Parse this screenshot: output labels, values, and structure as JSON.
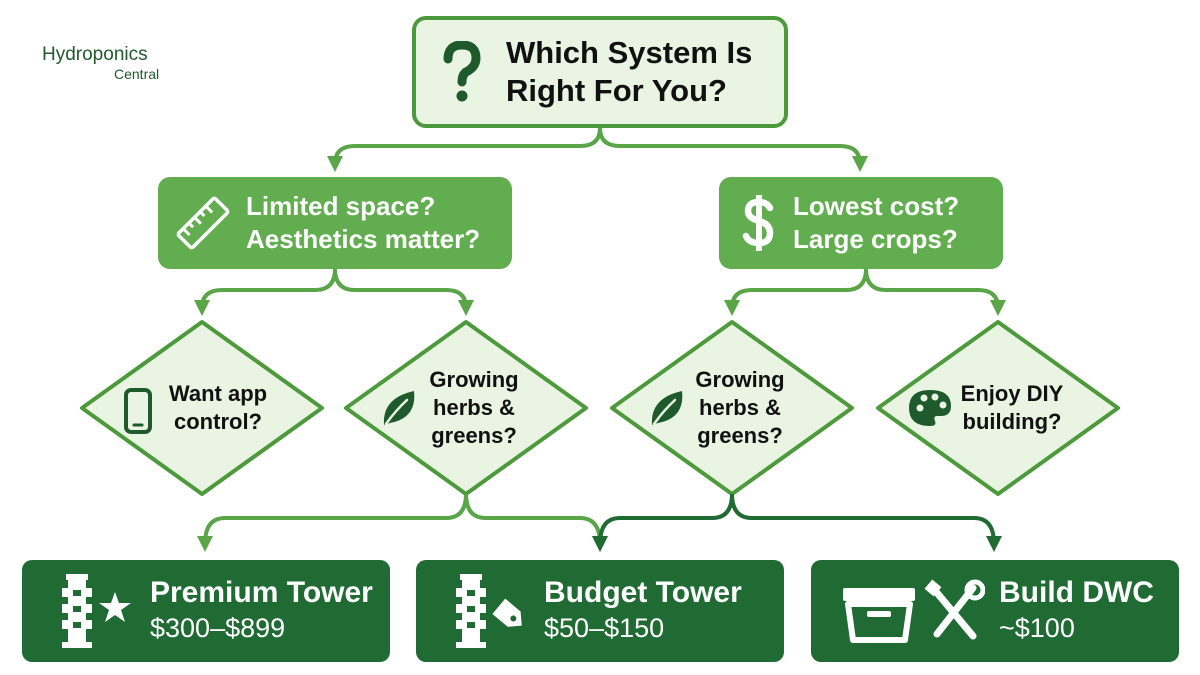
{
  "brand": {
    "line1": "Hydroponics",
    "line2": "Central"
  },
  "colors": {
    "accent": "#62ad4f",
    "border": "#4c9a3c",
    "dark": "#1f6b33",
    "light": "#eaf4e2"
  },
  "root": {
    "line1": "Which System Is",
    "line2": "Right For You?",
    "icon": "question-mark-icon"
  },
  "questions": [
    {
      "line1": "Limited space?",
      "line2": "Aesthetics matter?",
      "icon": "ruler-icon"
    },
    {
      "line1": "Lowest cost?",
      "line2": "Large crops?",
      "icon": "dollar-icon"
    }
  ],
  "decisions": [
    {
      "lines": [
        "Want app",
        "control?"
      ],
      "icon": "smartphone-icon"
    },
    {
      "lines": [
        "Growing",
        "herbs &",
        "greens?"
      ],
      "icon": "leaf-icon"
    },
    {
      "lines": [
        "Growing",
        "herbs &",
        "greens?"
      ],
      "icon": "leaf-icon"
    },
    {
      "lines": [
        "Enjoy DIY",
        "building?"
      ],
      "icon": "palette-icon"
    }
  ],
  "results": [
    {
      "title": "Premium Tower",
      "price": "$300–$899",
      "icon": "tower-star-icon"
    },
    {
      "title": "Budget Tower",
      "price": "$50–$150",
      "icon": "tower-tag-icon"
    },
    {
      "title": "Build DWC",
      "price": "~$100",
      "icon": "bin-tools-icon"
    }
  ]
}
